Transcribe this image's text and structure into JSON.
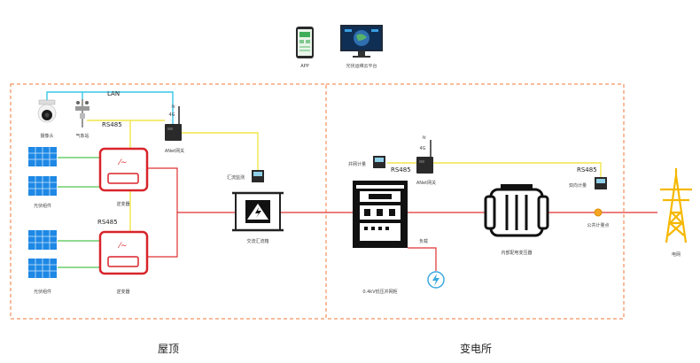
{
  "top_devices": {
    "app_label": "APP",
    "cloud_label": "光伏运维云平台"
  },
  "roof": {
    "title": "屋顶",
    "camera_label": "摄像头",
    "weather_label": "气象站",
    "lan_label": "LAN",
    "rs485_label_1": "RS485",
    "rs485_label_2": "RS485",
    "gateway_label": "ANet网关",
    "gateway_signal": "4G",
    "pv_label_1": "光伏组件",
    "pv_label_2": "光伏组件",
    "inverter_label_1": "逆变器",
    "inverter_label_2": "逆变器",
    "combiner_monitor_label": "汇流监测",
    "combiner_label": "交流汇流箱"
  },
  "substation": {
    "title": "变电所",
    "grid_meter_label": "并网计量",
    "rs485_label_1": "RS485",
    "rs485_label_2": "RS485",
    "gateway_label": "ANet网关",
    "gateway_signal": "4G",
    "bidirectional_meter_label": "双向计量",
    "switchgear_label": "0.4kV低压并网柜",
    "load_label": "负载",
    "transformer_label": "内部配电变压器",
    "metering_point_label": "公共计量点",
    "grid_label": "电网"
  }
}
